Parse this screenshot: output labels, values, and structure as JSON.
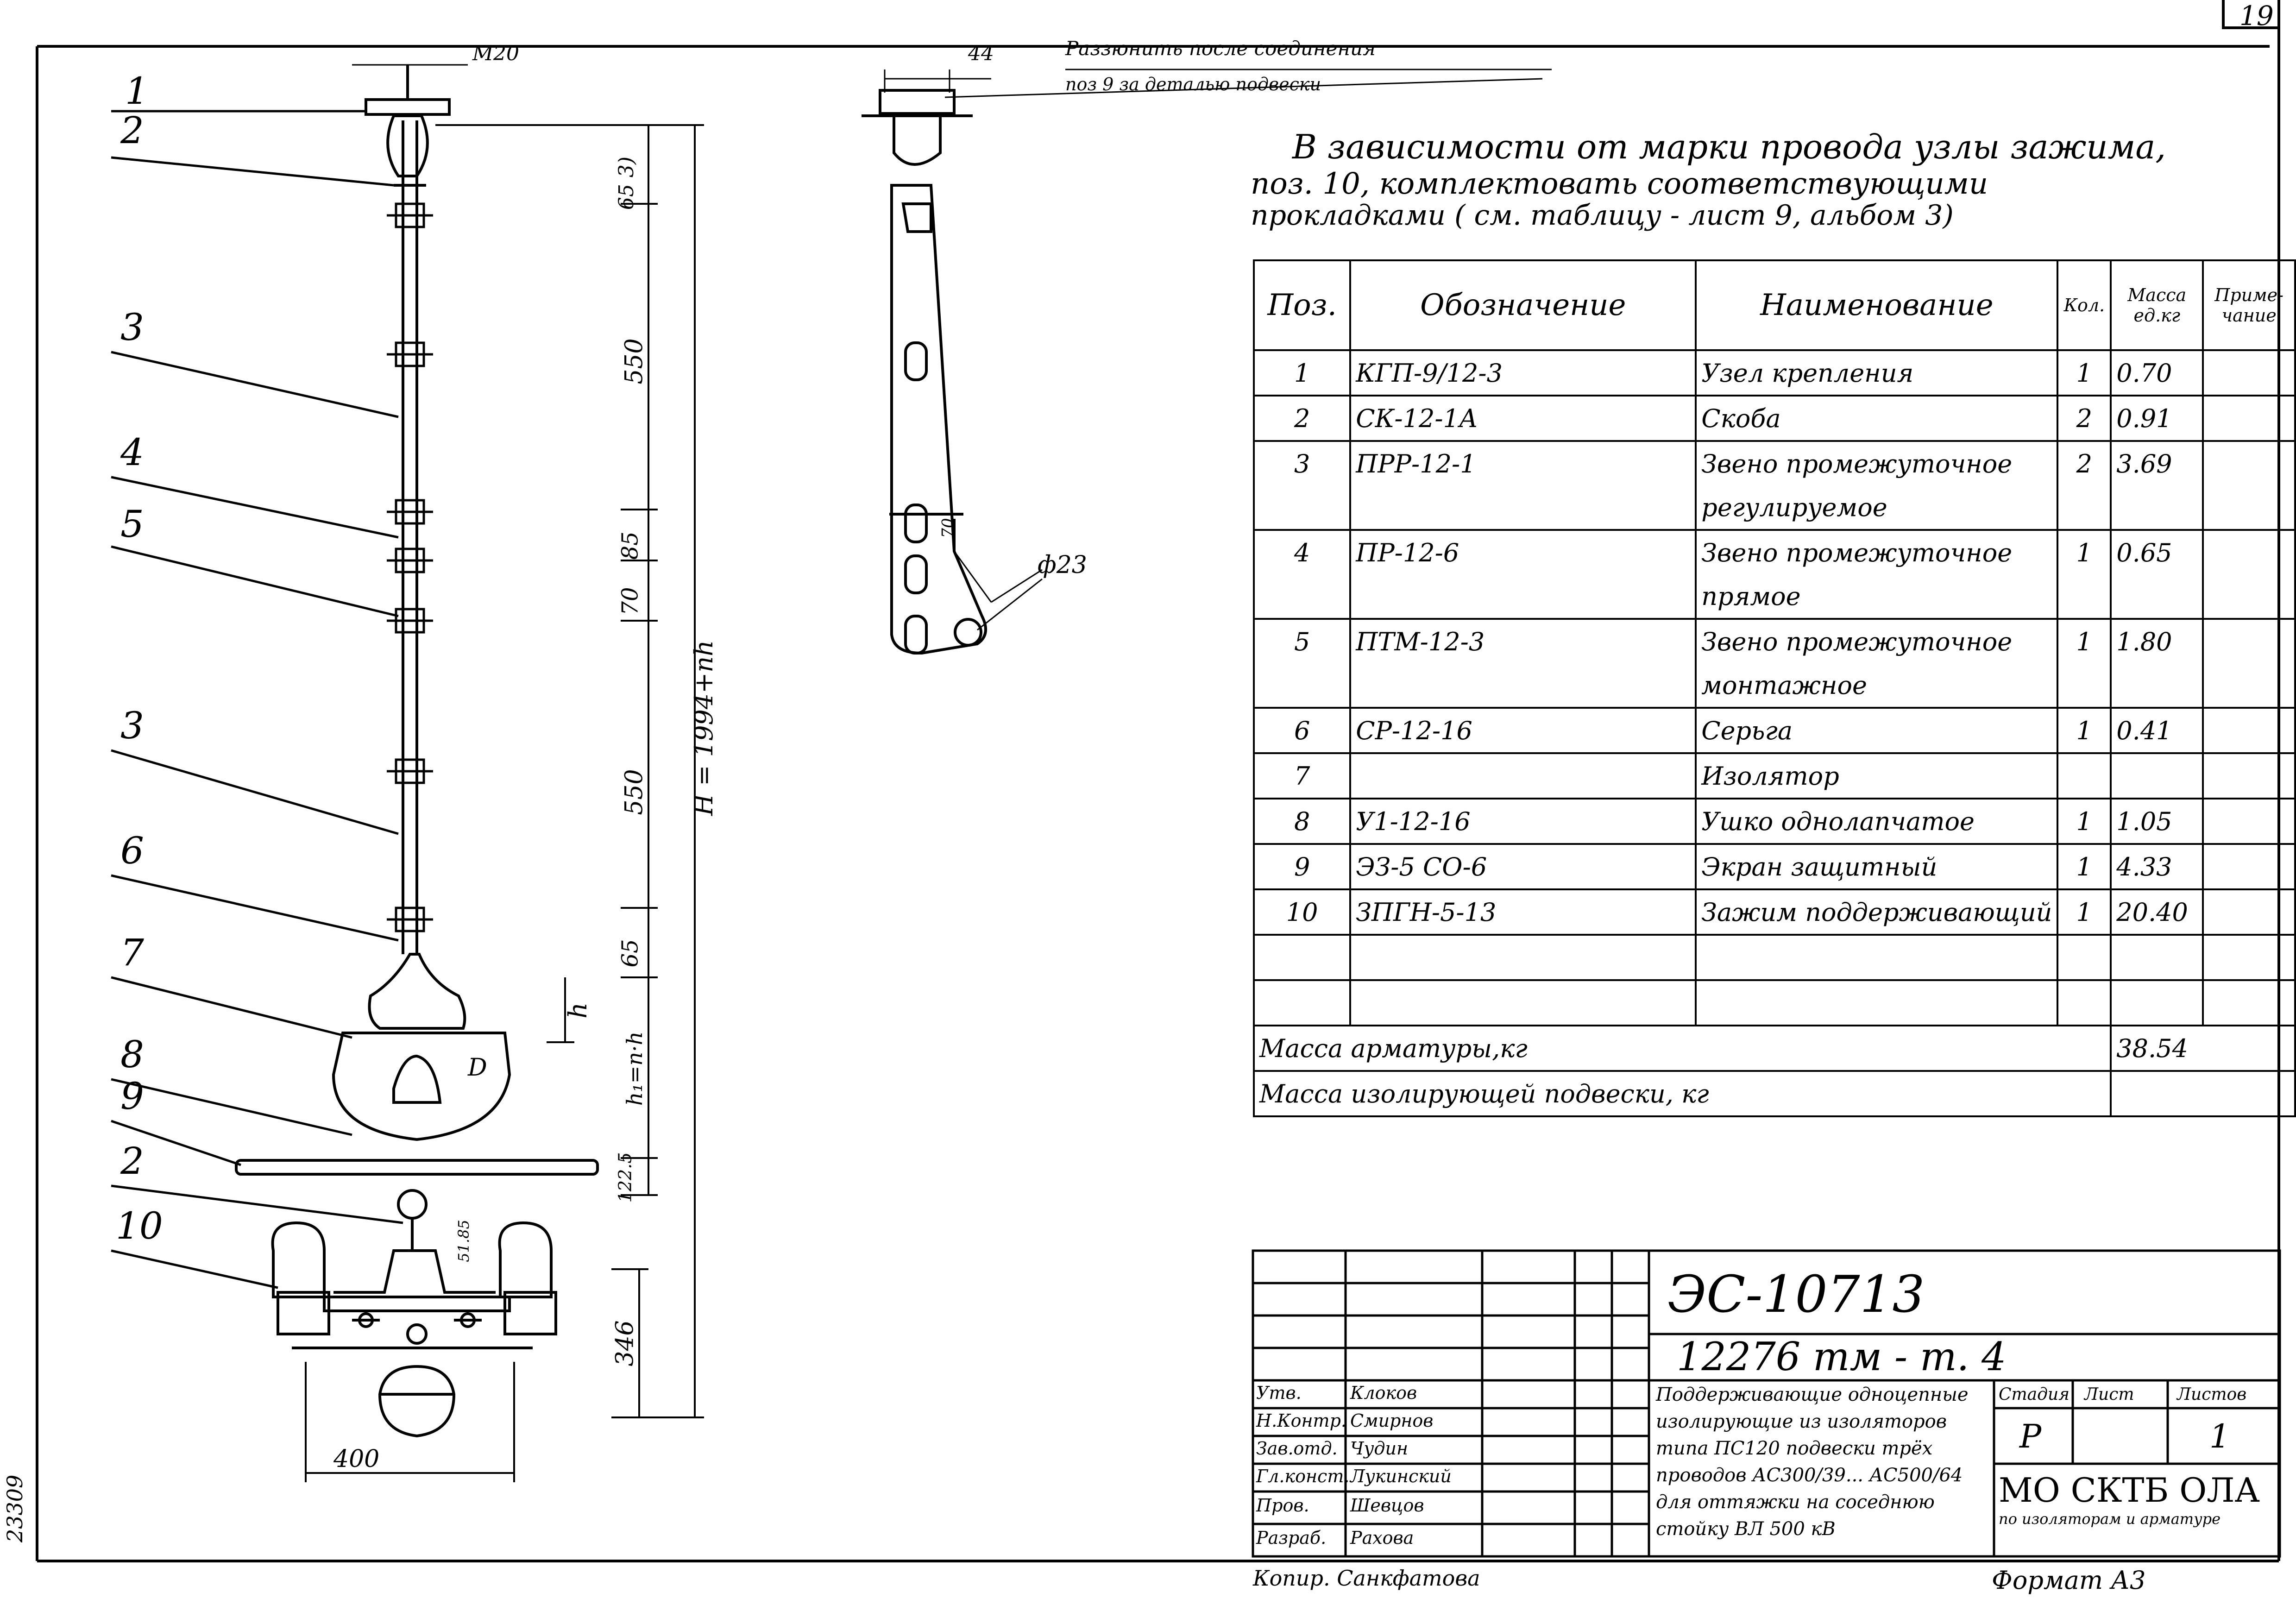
{
  "sheet_number": "19",
  "side_stamp": "23309",
  "note_top": {
    "line1": "Раззюнить после соединения",
    "line2": "поз 9 за деталью подвески"
  },
  "note_main": {
    "line1": "В зависимости от марки провода узлы зажима,",
    "line2": "поз. 10, комплектовать соответствующими",
    "line3": "прокладками ( см. таблицу - лист 9, альбом 3)"
  },
  "dims": {
    "m20": "М20",
    "d44": "44",
    "d65_top": "65 3)",
    "d550_a": "550",
    "d85": "85",
    "d70": "70",
    "d550_b": "550",
    "d65_b": "65",
    "h_label": "h",
    "hn": "h₁=n·h",
    "d122": "122.5",
    "d51": "51.85",
    "d346": "346",
    "d400": "400",
    "H": "H = 1994+nh",
    "d_label": "D",
    "phi": "ф23",
    "d70_b": "70"
  },
  "callouts": [
    "1",
    "2",
    "3",
    "4",
    "5",
    "3",
    "6",
    "7",
    "8",
    "9",
    "2",
    "10"
  ],
  "spec_table": {
    "headers": {
      "pos": "Поз.",
      "designation": "Обозначение",
      "name": "Наименование",
      "qty": "Кол.",
      "mass": "Масса ед.кг",
      "note": "Приме-чание"
    },
    "rows": [
      {
        "pos": "1",
        "designation": "КГП-9/12-3",
        "name": "Узел крепления",
        "qty": "1",
        "mass": "0.70"
      },
      {
        "pos": "2",
        "designation": "СК-12-1А",
        "name": "Скоба",
        "qty": "2",
        "mass": "0.91"
      },
      {
        "pos": "3",
        "designation": "ПРР-12-1",
        "name": "Звено промежуточное",
        "qty": "2",
        "mass": "3.69"
      },
      {
        "pos": "",
        "designation": "",
        "name": "регулируемое",
        "qty": "",
        "mass": ""
      },
      {
        "pos": "4",
        "designation": "ПР-12-6",
        "name": "Звено промежуточное",
        "qty": "1",
        "mass": "0.65"
      },
      {
        "pos": "",
        "designation": "",
        "name": "прямое",
        "qty": "",
        "mass": ""
      },
      {
        "pos": "5",
        "designation": "ПТМ-12-3",
        "name": "Звено промежуточное",
        "qty": "1",
        "mass": "1.80"
      },
      {
        "pos": "",
        "designation": "",
        "name": "монтажное",
        "qty": "",
        "mass": ""
      },
      {
        "pos": "6",
        "designation": "СР-12-16",
        "name": "Серьга",
        "qty": "1",
        "mass": "0.41"
      },
      {
        "pos": "7",
        "designation": "",
        "name": "Изолятор",
        "qty": "",
        "mass": ""
      },
      {
        "pos": "8",
        "designation": "У1-12-16",
        "name": "Ушко однолапчатое",
        "qty": "1",
        "mass": "1.05"
      },
      {
        "pos": "9",
        "designation": "ЭЗ-5 СО-6",
        "name": "Экран защитный",
        "qty": "1",
        "mass": "4.33"
      },
      {
        "pos": "10",
        "designation": "ЗПГН-5-13",
        "name": "Зажим поддерживающий",
        "qty": "1",
        "mass": "20.40"
      },
      {
        "pos": "",
        "designation": "",
        "name": "",
        "qty": "",
        "mass": ""
      },
      {
        "pos": "",
        "designation": "",
        "name": "",
        "qty": "",
        "mass": ""
      }
    ],
    "total_armature_label": "Масса арматуры,кг",
    "total_armature_value": "38.54",
    "total_insulating_label": "Масса изолирующей подвески, кг"
  },
  "title_block": {
    "doc_code": "ЭС-10713",
    "drawing_code": "12276 тм - т. 4",
    "staff_roles": [
      "Утв.",
      "Н.Контр.",
      "Зав.отд.",
      "Гл.конст.",
      "Пров.",
      "Разраб."
    ],
    "staff_names": [
      "Клоков",
      "Смирнов",
      "Чудин",
      "Лукинский",
      "Шевцов",
      "Рахова"
    ],
    "description": [
      "Поддерживающие одноцепные",
      "изолирующие из изоляторов",
      "типа ПС120 подвески трёх",
      "проводов АС300/39... АС500/64",
      "для оттяжки на соседнюю",
      "стойку ВЛ 500 кВ"
    ],
    "stage_label": "Стадия",
    "sheet_label": "Лист",
    "sheets_label": "Листов",
    "stage_value": "Р",
    "sheets_value": "1",
    "org_name": "МО СКТБ ОЛА",
    "org_sub": "по изоляторам и арматуре",
    "copied_by": "Копир. Санкфатова",
    "format": "Формат А3"
  },
  "colors": {
    "ink": "#000000",
    "paper": "#ffffff"
  }
}
